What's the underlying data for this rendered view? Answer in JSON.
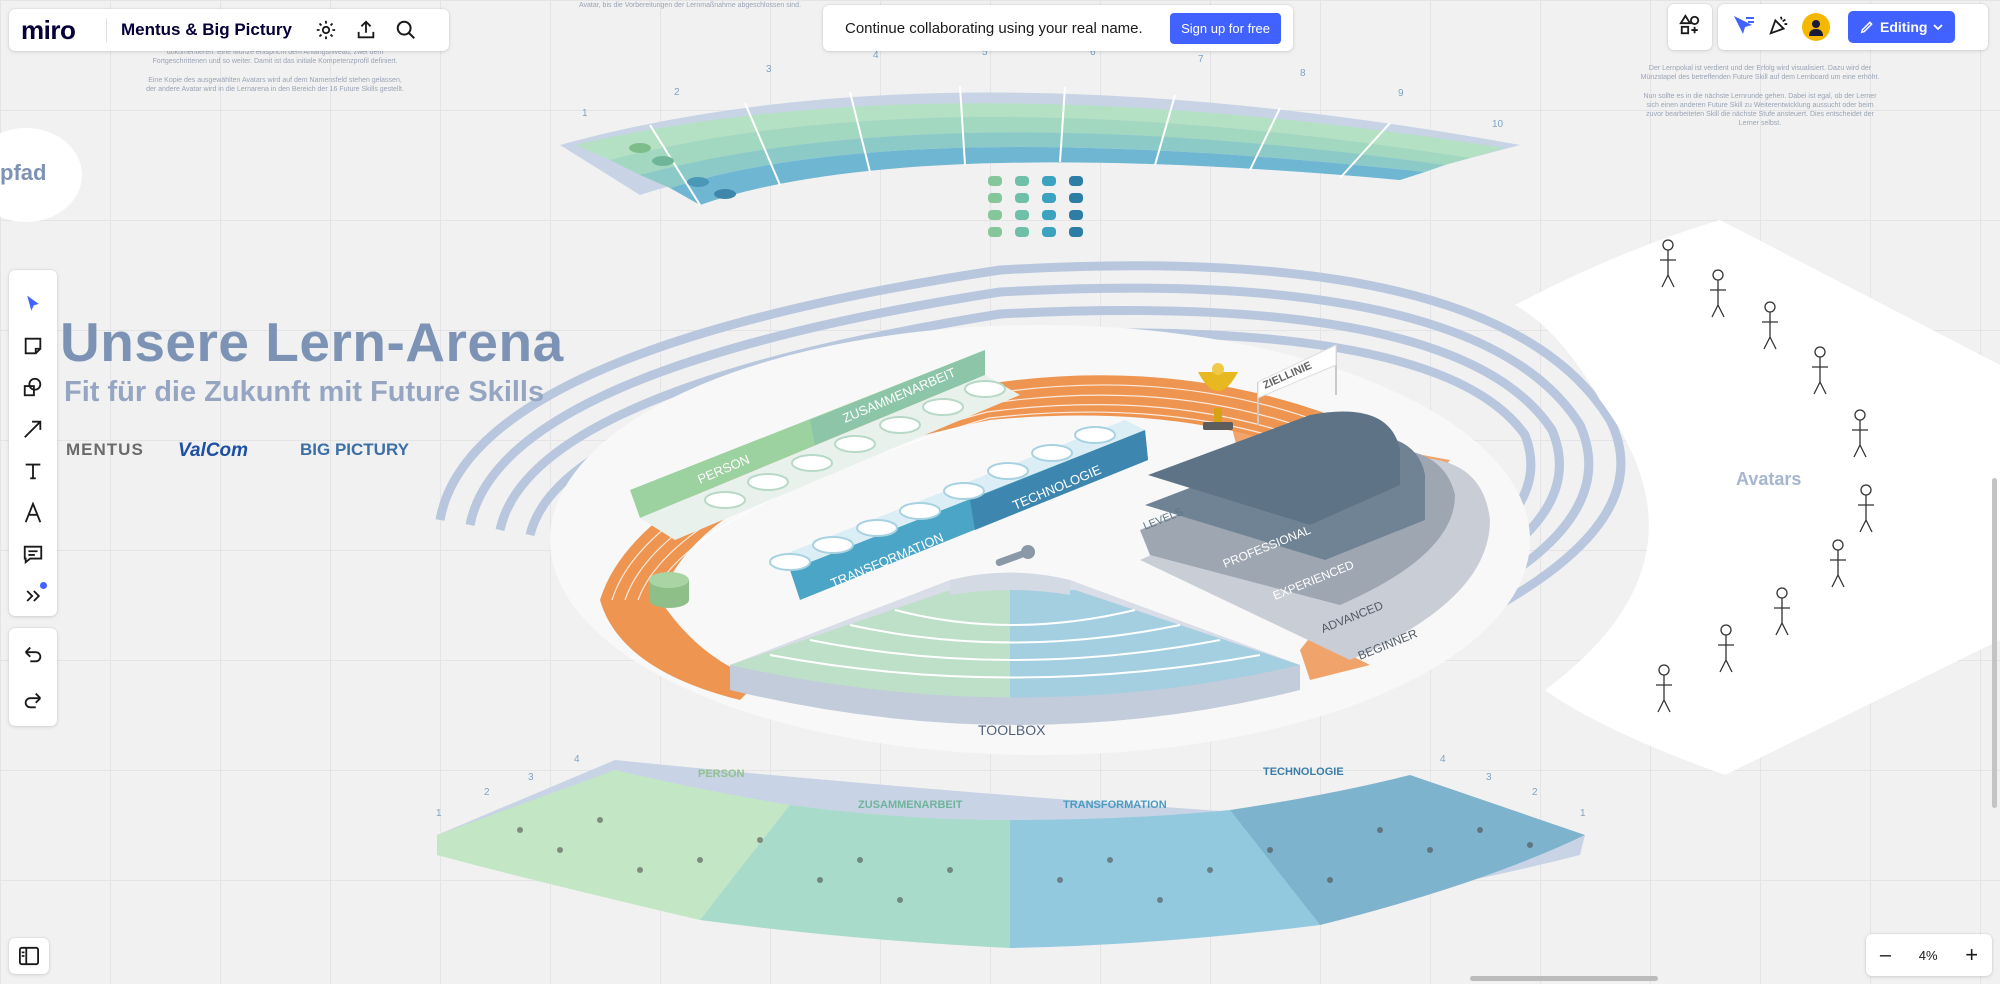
{
  "app": {
    "logo": "miro",
    "board_title": "Mentus & Big Pictury"
  },
  "banner": {
    "text": "Continue collaborating using your real name.",
    "signup_label": "Sign up for free"
  },
  "top_right": {
    "mode_label": "Editing"
  },
  "zoom": {
    "level": "4%",
    "minus": "–",
    "plus": "+"
  },
  "board": {
    "title": "Unsere Lern-Arena",
    "subtitle": "Fit für die Zukunft mit Future Skills",
    "pfad_text": "pfad",
    "brands": [
      "MENTUS",
      "ValCom",
      "BIG PICTURY"
    ],
    "avatars_label": "Avatars",
    "ziellinie": "ZIELLINIE",
    "levels_label": "LEVELS",
    "levels": [
      "PROFESSIONAL",
      "EXPERIENCED",
      "ADVANCED",
      "BEGINNER"
    ],
    "tracks": [
      "PERSON",
      "ZUSAMMENARBEIT",
      "TRANSFORMATION",
      "TECHNOLOGIE"
    ],
    "toolbox": "TOOLBOX",
    "top_arc_numbers": [
      "1",
      "2",
      "3",
      "4",
      "5",
      "6",
      "7",
      "8",
      "9",
      "10"
    ],
    "bottom_arc_numbers_left": [
      "1",
      "2",
      "3",
      "4"
    ],
    "bottom_arc_numbers_right": [
      "4",
      "3",
      "2",
      "1"
    ],
    "faint_notes": {
      "top_center": "Avatar, bis die Vorbereitungen der Lernmaßnahme abgeschlossen sind.",
      "left_1": "dokumentieren. Eine Münze entspricht dem Anfangsniveau, zwei dem Fortgeschrittenen und so weiter. Damit ist das initiale Kompetenzprofil definiert.",
      "left_2": "Eine Kopie des ausgewählten Avatars wird auf dem Namensfeld stehen gelassen, der andere Avatar wird in die Lernarena in den Bereich der 16 Future Skills gestellt.",
      "right_1": "Der Lernpokal ist verdient und der Erfolg wird visualisiert. Dazu wird der Münzstapel des betreffenden Future Skill auf dem Lernboard um eine erhöht.",
      "right_2": "Nun sollte es in die nächste Lernrunde gehen. Dabei ist egal, ob der Lerner sich einen anderen Future Skill zu Weiterentwicklung aussucht oder beim zuvor bearbeiteten Skill die nächste Stufe ansteuert. Dies entscheidet der Lerner selbst."
    }
  },
  "colors": {
    "accent": "#4262ff",
    "track": "#ee9552",
    "stand": "#b8c7de",
    "green": "#a9d4a4",
    "teal": "#8fcab5",
    "blue": "#6fb3d4",
    "steel": "#5f7b92",
    "level_dark": "#5e7486"
  },
  "icons": {
    "settings": "gear-icon",
    "export": "upload-icon",
    "search": "search-icon",
    "select": "cursor-icon",
    "sticky": "sticky-note-icon",
    "shapes": "shapes-icon",
    "line": "arrow-line-icon",
    "text": "text-icon",
    "pen": "pen-icon",
    "comment": "comment-icon",
    "more": "chevron-double-right-icon",
    "undo": "undo-icon",
    "redo": "redo-icon",
    "frames": "sidebar-panel-icon"
  }
}
